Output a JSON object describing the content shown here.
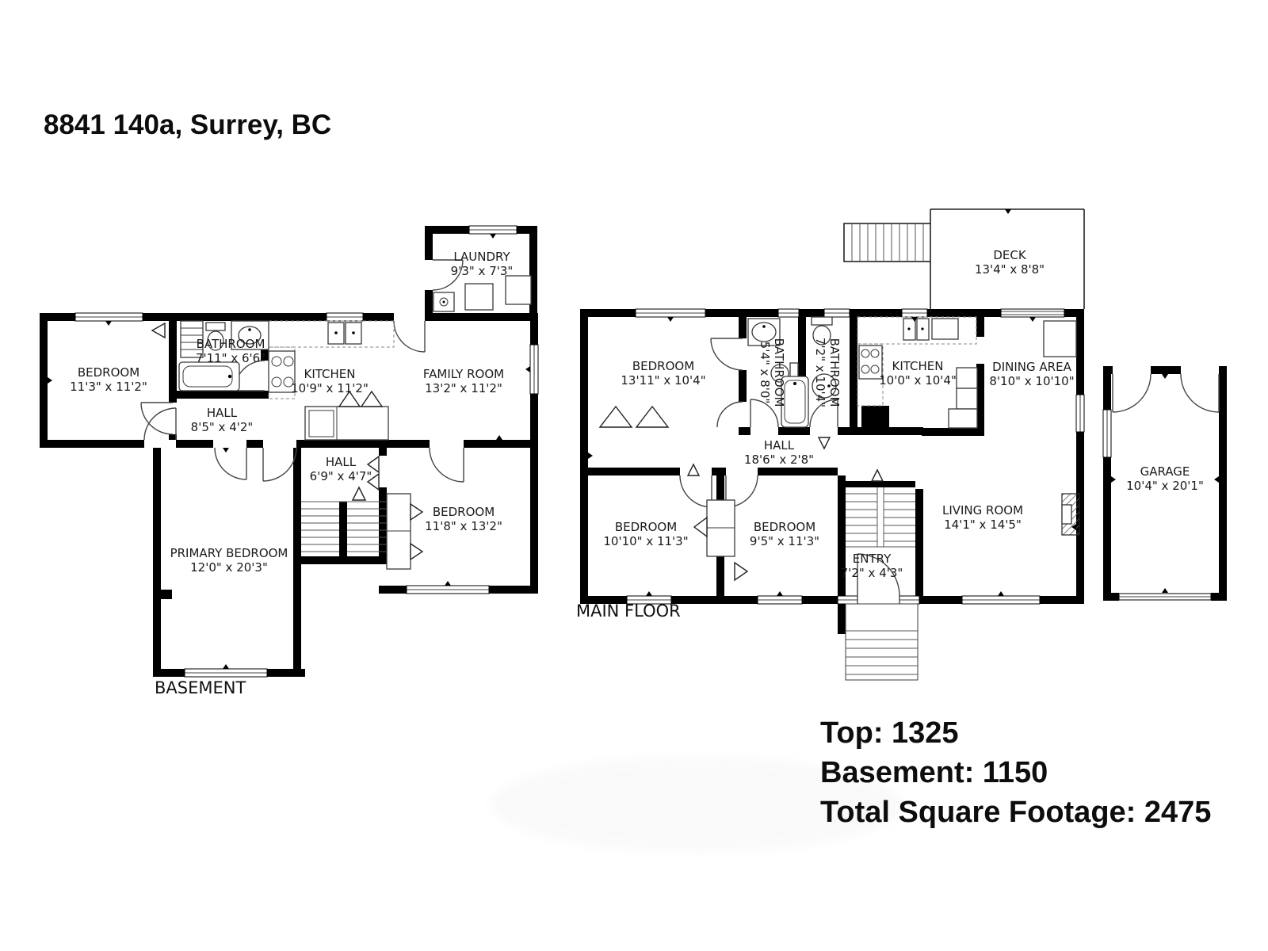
{
  "title": "8841 140a, Surrey, BC",
  "wall_color": "#000000",
  "floors": {
    "basement": {
      "label": "BASEMENT",
      "rooms": {
        "laundry": {
          "name": "LAUNDRY",
          "dims": "9'3\" x 7'3\""
        },
        "bathroom": {
          "name": "BATHROOM",
          "dims": "7'11\" x 6'6\""
        },
        "bedroom": {
          "name": "BEDROOM",
          "dims": "11'3\" x 11'2\""
        },
        "kitchen": {
          "name": "KITCHEN",
          "dims": "10'9\" x 11'2\""
        },
        "family": {
          "name": "FAMILY ROOM",
          "dims": "13'2\" x 11'2\""
        },
        "hall_upper": {
          "name": "HALL",
          "dims": "8'5\" x 4'2\""
        },
        "hall_lower": {
          "name": "HALL",
          "dims": "6'9\" x 4'7\""
        },
        "bedroom2": {
          "name": "BEDROOM",
          "dims": "11'8\" x 13'2\""
        },
        "primary": {
          "name": "PRIMARY BEDROOM",
          "dims": "12'0\" x 20'3\""
        }
      }
    },
    "main": {
      "label": "MAIN FLOOR",
      "rooms": {
        "deck": {
          "name": "DECK",
          "dims": "13'4\" x 8'8\""
        },
        "bedroom1": {
          "name": "BEDROOM",
          "dims": "13'11\" x 10'4\""
        },
        "bathroom1": {
          "name": "BATHROOM",
          "dims": "5'4\" x 8'0\""
        },
        "bathroom2": {
          "name": "BATHROOM",
          "dims": "7'2\" x 10'4\""
        },
        "kitchen": {
          "name": "KITCHEN",
          "dims": "10'0\" x 10'4\""
        },
        "dining": {
          "name": "DINING AREA",
          "dims": "8'10\" x 10'10\""
        },
        "hall": {
          "name": "HALL",
          "dims": "18'6\" x 2'8\""
        },
        "bedroom3": {
          "name": "BEDROOM",
          "dims": "10'10\" x 11'3\""
        },
        "bedroom4": {
          "name": "BEDROOM",
          "dims": "9'5\" x 11'3\""
        },
        "entry": {
          "name": "ENTRY",
          "dims": "7'2\" x 4'3\""
        },
        "living": {
          "name": "LIVING ROOM",
          "dims": "14'1\" x 14'5\""
        },
        "garage": {
          "name": "GARAGE",
          "dims": "10'4\" x 20'1\""
        }
      }
    }
  },
  "summary": {
    "top": "Top: 1325",
    "basement": "Basement: 1150",
    "total": "Total Square Footage: 2475"
  }
}
